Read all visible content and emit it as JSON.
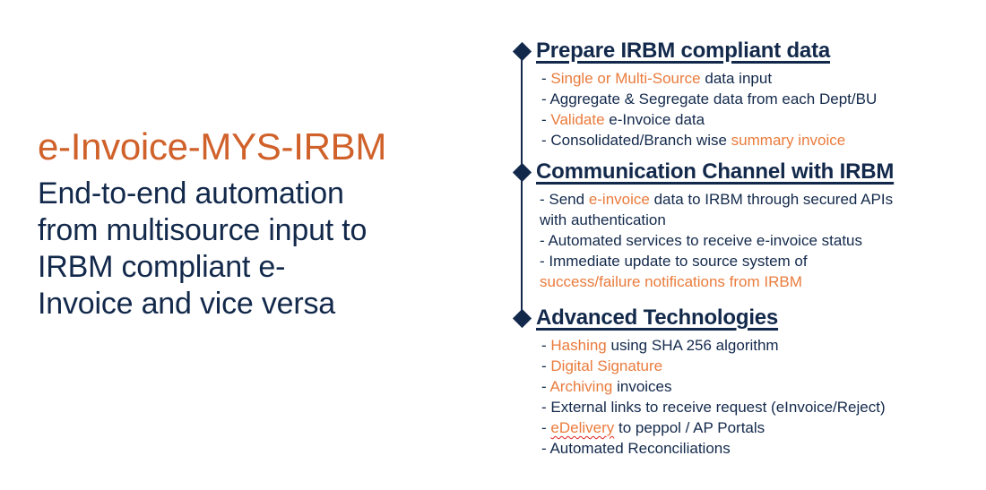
{
  "left": {
    "title": "e-Invoice-MYS-IRBM",
    "subtitle_lines": [
      "End-to-end automation",
      "from multisource input to",
      "IRBM compliant e-",
      "Invoice and vice versa"
    ]
  },
  "colors": {
    "accent_orange": "#d0612a",
    "highlight_orange": "#ea7b3c",
    "navy": "#13294b"
  },
  "sections": [
    {
      "heading": "Prepare IRBM compliant data",
      "items": [
        {
          "parts": [
            {
              "t": "- ",
              "h": false
            },
            {
              "t": "Single or Multi-Source",
              "h": true
            },
            {
              "t": " data input",
              "h": false
            }
          ]
        },
        {
          "parts": [
            {
              "t": "- Aggregate & Segregate data from each Dept/BU",
              "h": false
            }
          ]
        },
        {
          "parts": [
            {
              "t": "- ",
              "h": false
            },
            {
              "t": "Validate",
              "h": true
            },
            {
              "t": " e-Invoice data",
              "h": false
            }
          ]
        },
        {
          "parts": [
            {
              "t": "- Consolidated/Branch wise ",
              "h": false
            },
            {
              "t": "summary invoice",
              "h": true
            }
          ]
        }
      ]
    },
    {
      "heading": "Communication Channel with IRBM",
      "items": [
        {
          "parts": [
            {
              "t": "- Send ",
              "h": false
            },
            {
              "t": "e-invoice",
              "h": true
            },
            {
              "t": " data to IRBM through secured APIs",
              "h": false
            }
          ]
        },
        {
          "parts": [
            {
              "t": "with authentication",
              "h": false
            }
          ]
        },
        {
          "parts": [
            {
              "t": "- Automated  services to receive e-invoice status",
              "h": false
            }
          ]
        },
        {
          "parts": [
            {
              "t": "- Immediate update to source system of",
              "h": false
            }
          ]
        },
        {
          "parts": [
            {
              "t": "success/failure notifications from IRBM",
              "h": true
            }
          ]
        }
      ]
    },
    {
      "heading": "Advanced Technologies",
      "items": [
        {
          "parts": [
            {
              "t": "- ",
              "h": false
            },
            {
              "t": "Hashing",
              "h": true
            },
            {
              "t": " using SHA 256 algorithm",
              "h": false
            }
          ]
        },
        {
          "parts": [
            {
              "t": "- ",
              "h": false
            },
            {
              "t": "Digital Signature",
              "h": true
            }
          ]
        },
        {
          "parts": [
            {
              "t": "- ",
              "h": false
            },
            {
              "t": "Archiving",
              "h": true
            },
            {
              "t": " invoices",
              "h": false
            }
          ]
        },
        {
          "parts": [
            {
              "t": "- External links to receive request (eInvoice/Reject)",
              "h": false
            }
          ]
        },
        {
          "parts": [
            {
              "t": "- ",
              "h": false
            },
            {
              "t": "eDelivery",
              "h": true,
              "spell": true
            },
            {
              "t": " to peppol / AP Portals",
              "h": false
            }
          ]
        },
        {
          "parts": [
            {
              "t": "- Automated Reconciliations",
              "h": false
            }
          ]
        }
      ]
    }
  ]
}
